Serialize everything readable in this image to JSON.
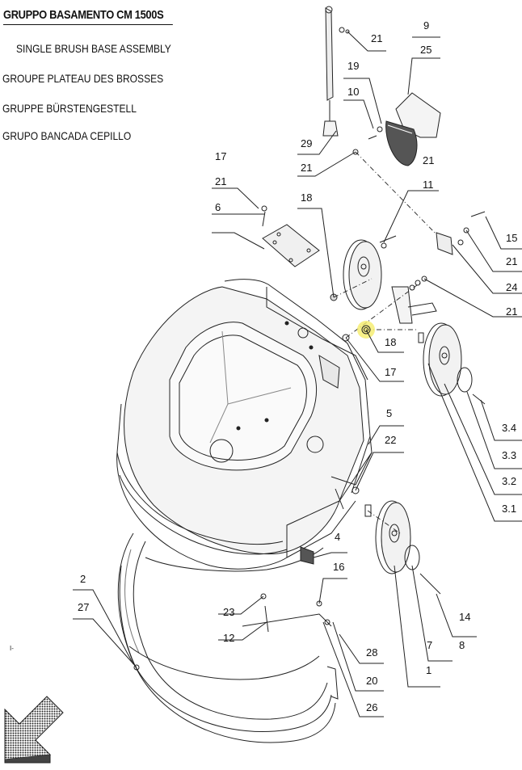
{
  "titles": {
    "main": "GRUPPO BASAMENTO CM 1500S",
    "en": "SINGLE BRUSH BASE ASSEMBLY",
    "fr": "GROUPE PLATEAU DES BROSSES",
    "de": "GRUPPE BÜRSTENGESTELL",
    "es": "GRUPO BANCADA CEPILLO"
  },
  "callouts": {
    "c21a": "21",
    "c9": "9",
    "c25": "25",
    "c19": "19",
    "c10": "10",
    "c29": "29",
    "c21b": "21",
    "c21c": "21",
    "c11": "11",
    "c17a": "17",
    "c21d": "21",
    "c6": "6",
    "c18a": "18",
    "c15": "15",
    "c21e": "21",
    "c24": "24",
    "c21f": "21",
    "c18b": "18",
    "c17b": "17",
    "c5": "5",
    "c22": "22",
    "c34": "3.4",
    "c33": "3.3",
    "c32": "3.2",
    "c31": "3.1",
    "c4": "4",
    "c16": "16",
    "c2": "2",
    "c27": "27",
    "c23": "23",
    "c12": "12",
    "c14": "14",
    "c8": "8",
    "c7": "7",
    "c28": "28",
    "c20": "20",
    "c1": "1",
    "c26": "26"
  },
  "highlight_color": "#f5ec6a"
}
